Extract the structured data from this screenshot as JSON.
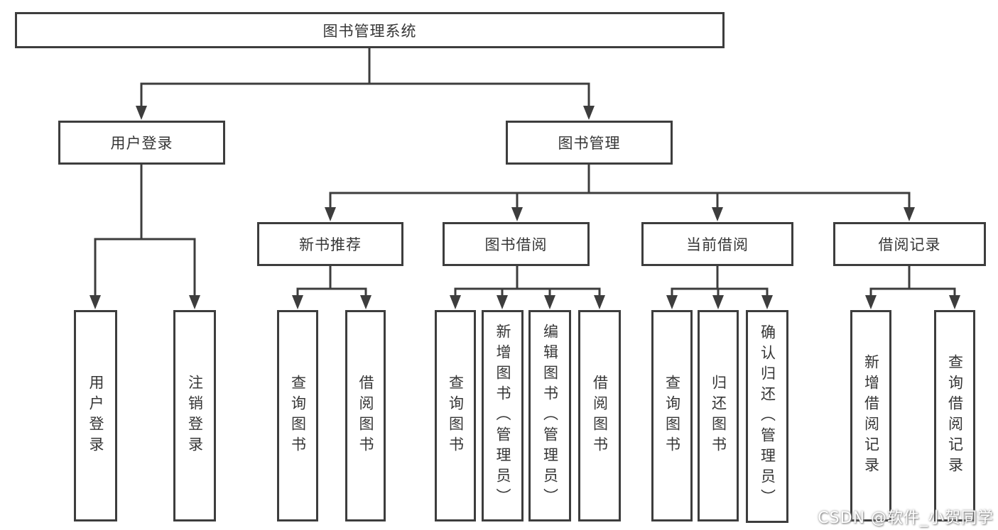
{
  "diagram": {
    "root": "图书管理系统",
    "level2": {
      "user_login": "用户登录",
      "book_mgmt": "图书管理"
    },
    "level3": {
      "new_book": "新书推荐",
      "borrow": "图书借阅",
      "current": "当前借阅",
      "records": "借阅记录"
    },
    "leaves": {
      "login": "用户登录",
      "logout": "注销登录",
      "nb_query": "查询图书",
      "nb_borrow": "借阅图书",
      "bw_query": "查询图书",
      "bw_add": "新增图书（管理员）",
      "bw_edit": "编辑图书（管理员）",
      "bw_borrow": "借阅图书",
      "cu_query": "查询图书",
      "cu_return": "归还图书",
      "cu_confirm": "确认归还（管理员）",
      "rc_add": "新增借阅记录",
      "rc_query": "查询借阅记录"
    }
  },
  "watermark": "CSDN @软件_小贺同学",
  "colors": {
    "line": "#3d3d3d",
    "text": "#363636",
    "background": "#ffffff",
    "watermark": "#ffffff"
  }
}
